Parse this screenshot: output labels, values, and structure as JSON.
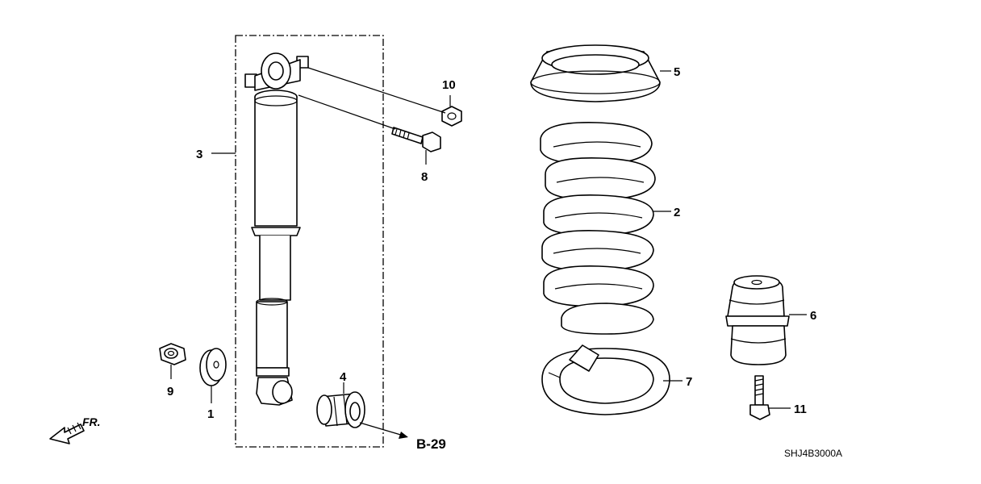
{
  "diagram": {
    "code": "SHJ4B3000A",
    "direction_label": "FR.",
    "reference_label": "B-29",
    "callouts": {
      "c1": "1",
      "c2": "2",
      "c3": "3",
      "c4": "4",
      "c5": "5",
      "c6": "6",
      "c7": "7",
      "c8": "8",
      "c9": "9",
      "c10": "10",
      "c11": "11"
    }
  }
}
